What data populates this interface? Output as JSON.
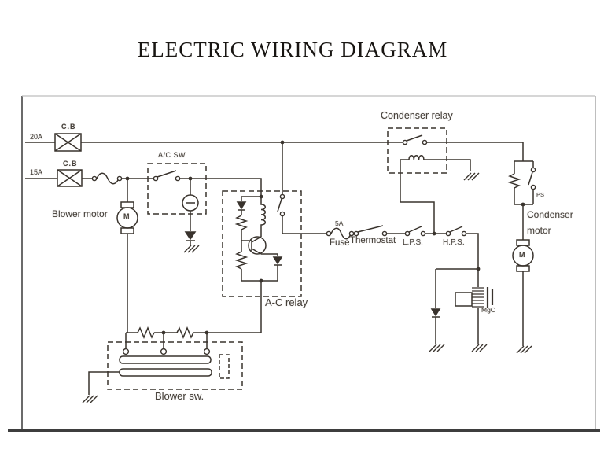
{
  "page": {
    "title": "ELECTRIC WIRING DIAGRAM"
  },
  "diagram": {
    "colors": {
      "line": "#39332d",
      "paper": "#ffffff",
      "frame_bottom": "#3e3e3e",
      "frame_side": "#a8a8a8"
    },
    "labels": {
      "cb1": "C.B",
      "cb1_amp": "20A",
      "cb2": "C.B",
      "cb2_amp": "15A",
      "blower_motor": "Blower motor",
      "motor_m_blower": "M",
      "ac_sw": "A/C SW",
      "ac_relay": "A-C relay",
      "condenser_relay": "Condenser relay",
      "fuse_amp": "5A",
      "fuse": "Fuse",
      "thermostat": "Thermostat",
      "lps": "L.P.S.",
      "hps": "H.P.S.",
      "ps": "PS",
      "condenser_motor": "Condenser\nmotor",
      "motor_m_condenser": "M",
      "mgc": "MgC",
      "blower_sw": "Blower sw."
    }
  }
}
